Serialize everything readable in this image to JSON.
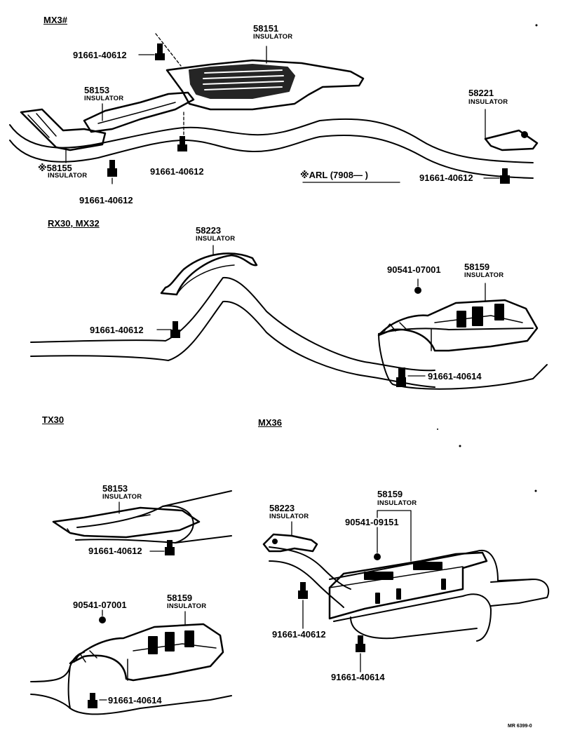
{
  "sections": {
    "mx3": "MX3#",
    "rx30": "RX30, MX32",
    "tx30": "TX30",
    "mx36": "MX36"
  },
  "labels": {
    "p58151": "58151",
    "n58151": "INSULATOR",
    "p58153a": "58153",
    "n58153a": "INSULATOR",
    "p58155": "※58155",
    "n58155": "INSULATOR",
    "p58221": "58221",
    "n58221": "INSULATOR",
    "b1": "91661-40612",
    "b2": "91661-40612",
    "b3": "91661-40612",
    "b4": "91661-40612",
    "arl": "※ARL (7908—     )",
    "p58223a": "58223",
    "n58223a": "INSULATOR",
    "nut1": "90541-07001",
    "p58159a": "58159",
    "n58159a": "INSULATOR",
    "b5": "91661-40612",
    "b6": "91661-40614",
    "p58153b": "58153",
    "n58153b": "INSULATOR",
    "b7": "91661-40612",
    "nut2": "90541-07001",
    "p58159b": "58159",
    "n58159b": "INSULATOR",
    "b8": "91661-40614",
    "p58223b": "58223",
    "n58223b": "INSULATOR",
    "p58159c": "58159",
    "n58159c": "INSULATOR",
    "nut3": "90541-09151",
    "b9": "91661-40612",
    "b10": "91661-40614",
    "code": "MR 6399-0"
  }
}
